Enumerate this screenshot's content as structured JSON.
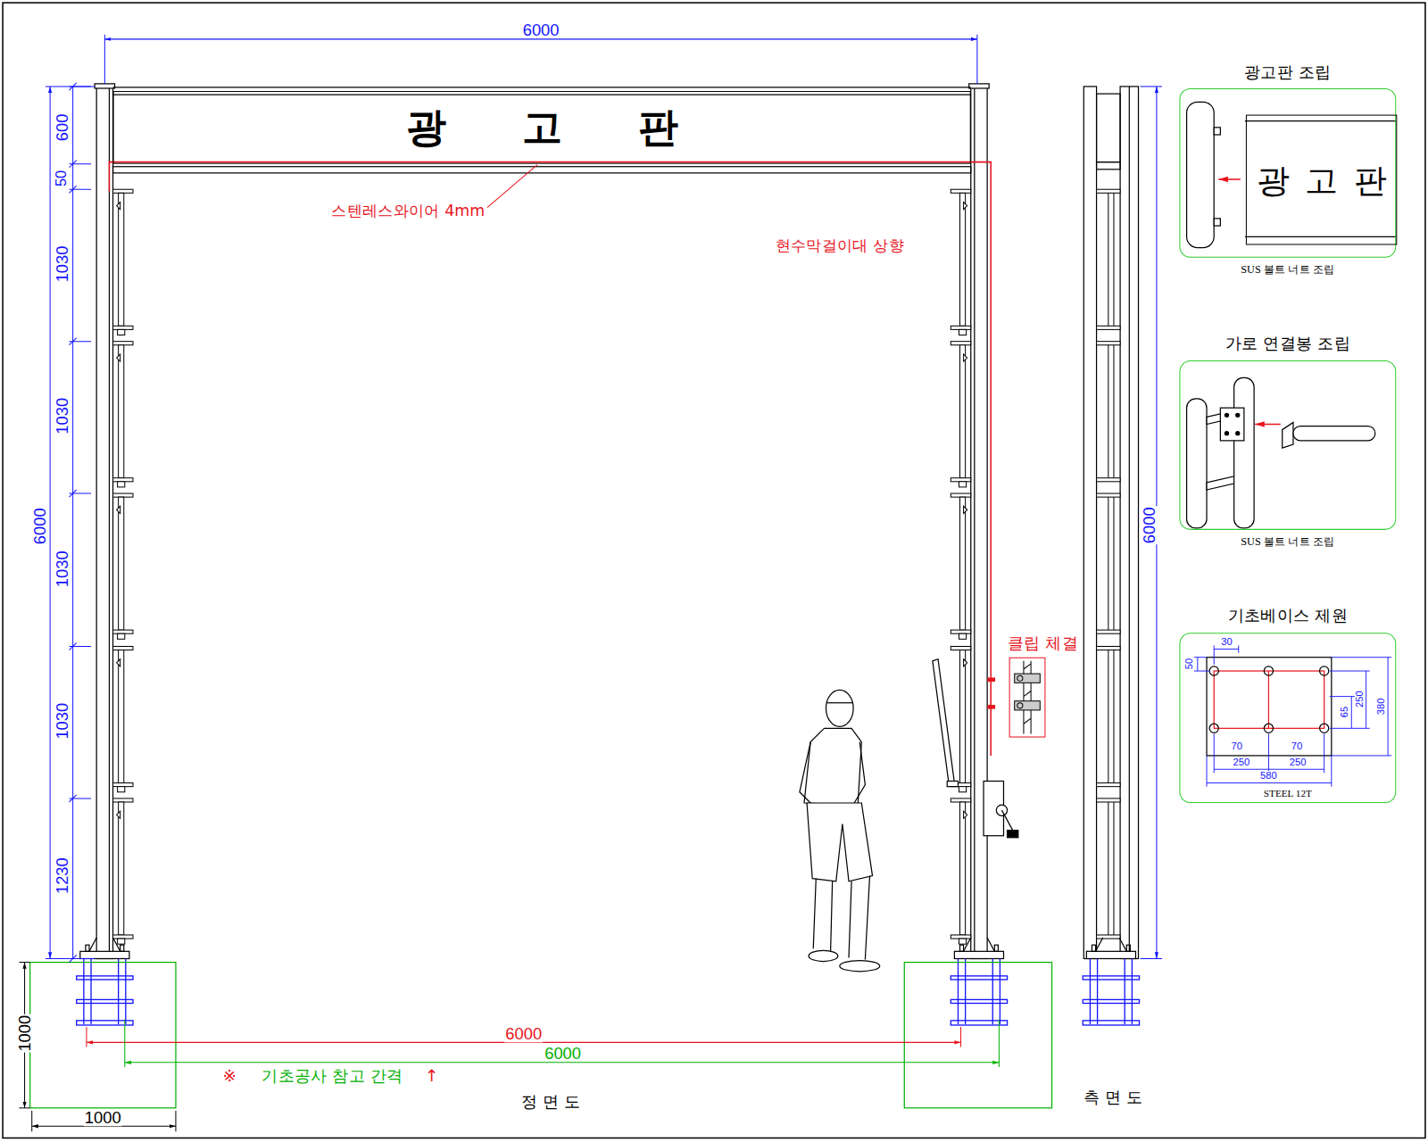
{
  "diagram": {
    "nodes": [
      {
        "text": [
          "광 고 판"
        ]
      },
      {
        "text": [
          "광고판 조립",
          "SUS 볼트 너트 조립"
        ]
      },
      {
        "text": [
          "광 고 판"
        ],
        "in": 1
      },
      {
        "text": [
          "가로 연결봉 조립",
          "SUS 볼트 너트 조립"
        ]
      },
      {
        "text": [
          "기초베이스 제원",
          "STEEL 12T"
        ]
      },
      {
        "text": [
          "클립 체결"
        ]
      }
    ],
    "labels": [
      "6000",
      "600",
      "50",
      "1030",
      "1030",
      "1030",
      "1030",
      "1230",
      "6000",
      "스텐레스와이어 4mm",
      "현수막걸이대 상향",
      "6000",
      "1000",
      "1000",
      "6000",
      "6000",
      "※",
      "기초공사 참고 간격",
      "↑",
      "정 면 도",
      "측 면 도",
      "50",
      "30",
      "65",
      "250",
      "380",
      "70",
      "70",
      "250",
      "250",
      "580"
    ]
  }
}
